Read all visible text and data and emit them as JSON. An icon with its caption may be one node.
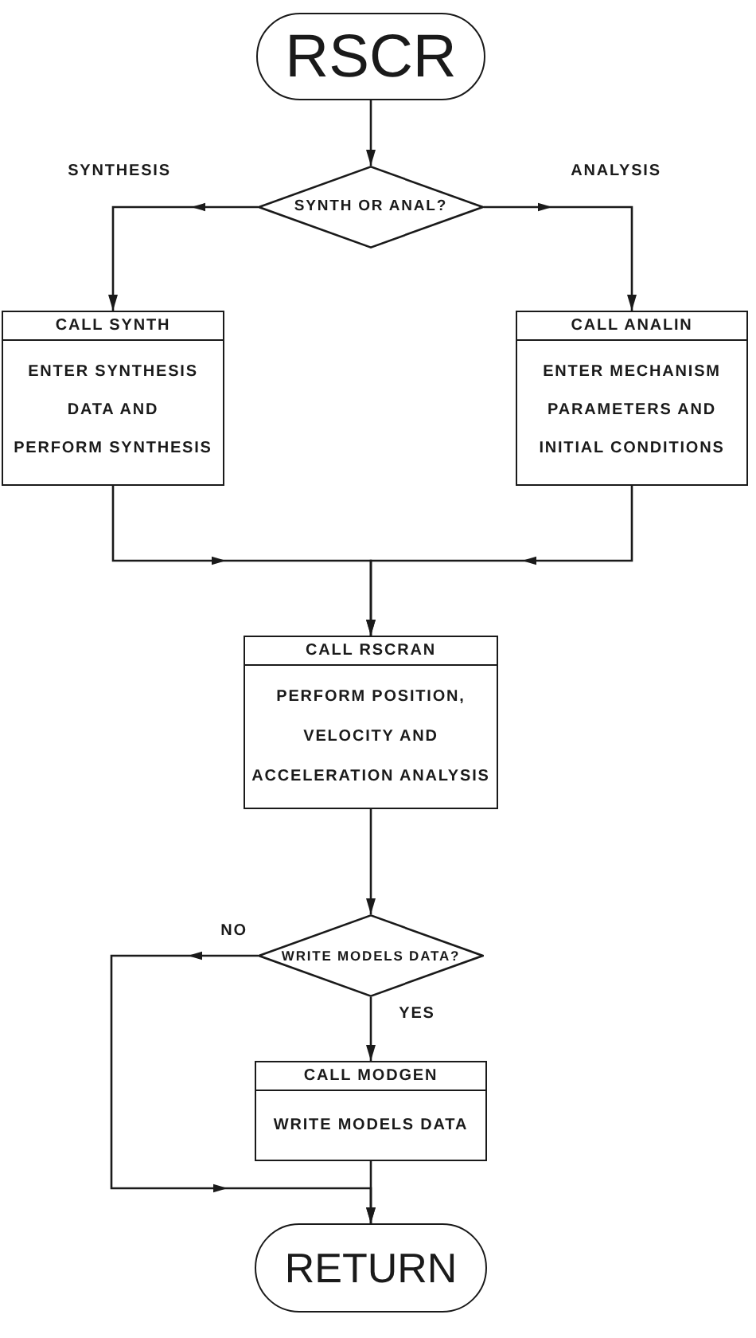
{
  "diagram": {
    "nodes": [
      {
        "text": [
          "RSCR"
        ]
      },
      {
        "text": [
          "SYNTH OR ANAL?"
        ]
      },
      {
        "text": [
          "CALL SYNTH",
          "ENTER SYNTHESIS DATA AND PERFORM SYNTHESIS"
        ]
      },
      {
        "text": [
          "CALL ANALIN",
          "ENTER MECHANISM PARAMETERS AND INITIAL CONDITIONS"
        ]
      },
      {
        "text": [
          "CALL RSCRAN",
          "PERFORM POSITION, VELOCITY AND ACCELERATION ANALYSIS"
        ]
      },
      {
        "text": [
          "WRITE MODELS DATA?"
        ]
      },
      {
        "text": [
          "CALL MODGEN",
          "WRITE MODELS DATA"
        ]
      },
      {
        "text": [
          "RETURN"
        ]
      }
    ],
    "edges": [
      {
        "from": 0,
        "to": 1,
        "arrow": "to"
      },
      {
        "from": 1,
        "to": 2,
        "arrow": "to",
        "label": "SYNTHESIS"
      },
      {
        "from": 1,
        "to": 3,
        "arrow": "to",
        "label": "ANALYSIS"
      },
      {
        "from": 2,
        "to": 4,
        "arrow": "to"
      },
      {
        "from": 3,
        "to": 4,
        "arrow": "to"
      },
      {
        "from": 4,
        "to": 5,
        "arrow": "to"
      },
      {
        "from": 5,
        "to": 7,
        "arrow": "to",
        "label": "NO"
      },
      {
        "from": 5,
        "to": 6,
        "arrow": "to",
        "label": "YES"
      },
      {
        "from": 6,
        "to": 7,
        "arrow": "to"
      }
    ]
  }
}
